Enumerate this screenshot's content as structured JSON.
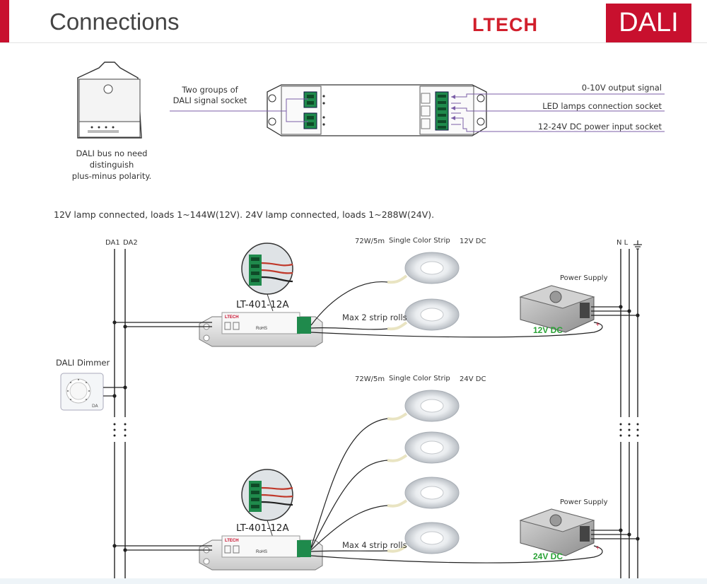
{
  "header": {
    "title": "Connections",
    "logo": "LTECH",
    "badge": "DALI"
  },
  "module_diagram": {
    "polarity_note": [
      "DALI bus no need",
      "distinguish",
      "plus-minus polarity."
    ],
    "dali_socket_label": [
      "Two groups of",
      "DALI signal socket"
    ],
    "right_labels": [
      "0-10V output signal",
      "LED lamps connection socket",
      "12-24V DC power input socket"
    ]
  },
  "load_note": "12V lamp connected, loads 1~144W(12V). 24V lamp connected, loads 1~288W(24V).",
  "bus": {
    "dali_labels": [
      "DA1",
      "DA2"
    ],
    "mains_label": "N L",
    "dimmer_label": "DALI Dimmer"
  },
  "circuit_12v": {
    "strip_spec": "72W/5m",
    "strip_type": "Single Color Strip",
    "strip_voltage": "12V DC",
    "max_rolls": "Max 2 strip rolls",
    "driver_model": "LT-401-12A",
    "power_supply_label": "Power Supply",
    "power_supply_voltage": "12V DC"
  },
  "circuit_24v": {
    "strip_spec": "72W/5m",
    "strip_type": "Single Color Strip",
    "strip_voltage": "24V DC",
    "max_rolls": "Max 4 strip rolls",
    "driver_model": "LT-401-12A",
    "power_supply_label": "Power Supply",
    "power_supply_voltage": "24V DC"
  },
  "device_label": {
    "brand": "LTECH",
    "mark": "RoHS"
  },
  "colors": {
    "accent": "#c8102e",
    "signal_line": "#7b5ea7",
    "voltage_text": "#2aa336"
  }
}
